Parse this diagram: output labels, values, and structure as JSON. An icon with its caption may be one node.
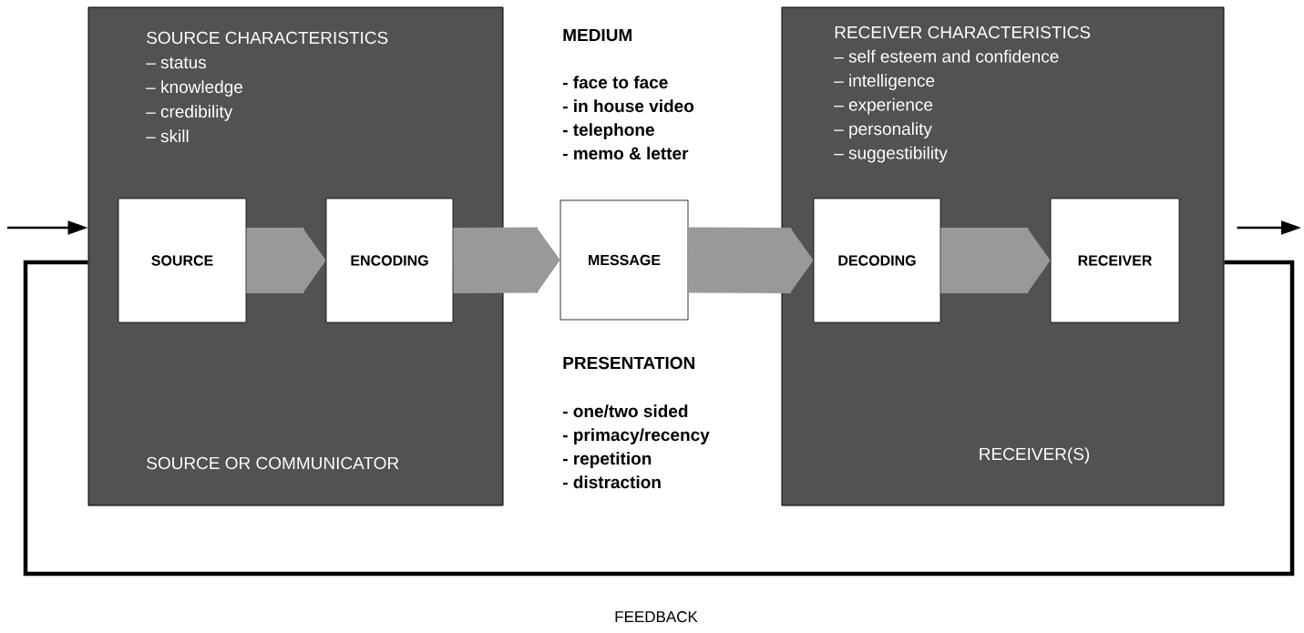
{
  "diagram": {
    "nodes": [
      {
        "text": [
          "SOURCE CHARACTERISTICS",
          "– status",
          "– knowledge",
          "– credibility",
          "– skill",
          "SOURCE OR COMMUNICATOR"
        ]
      },
      {
        "text": [
          "SOURCE"
        ],
        "in": 0
      },
      {
        "text": [
          "ENCODING"
        ],
        "in": 0
      },
      {
        "text": [
          "MESSAGE"
        ]
      },
      {
        "text": [
          "RECEIVER CHARACTERISTICS",
          "– self esteem and confidence",
          "– intelligence",
          "– experience",
          "– personality",
          "– suggestibility",
          "RECEIVER(S)"
        ]
      },
      {
        "text": [
          "DECODING"
        ],
        "in": 4
      },
      {
        "text": [
          "RECEIVER"
        ],
        "in": 4
      }
    ],
    "edges": [
      {
        "from": null,
        "to": 0,
        "arrow": "to",
        "color": "#000000"
      },
      {
        "from": 1,
        "to": 2,
        "arrow": "to"
      },
      {
        "from": 2,
        "to": 3,
        "arrow": "to"
      },
      {
        "from": 3,
        "to": 5,
        "arrow": "to"
      },
      {
        "from": 5,
        "to": 6,
        "arrow": "to"
      },
      {
        "from": 4,
        "to": null,
        "arrow": "to",
        "color": "#000000"
      },
      {
        "from": 4,
        "to": 0,
        "arrow": "none",
        "label": "FEEDBACK",
        "color": "#000000"
      }
    ],
    "labels": [
      "MEDIUM",
      "- face to face",
      "- in house video",
      "- telephone",
      "- memo & letter",
      "PRESENTATION",
      "- one/two sided",
      "- primacy/recency",
      "- repetition",
      "- distraction"
    ]
  }
}
